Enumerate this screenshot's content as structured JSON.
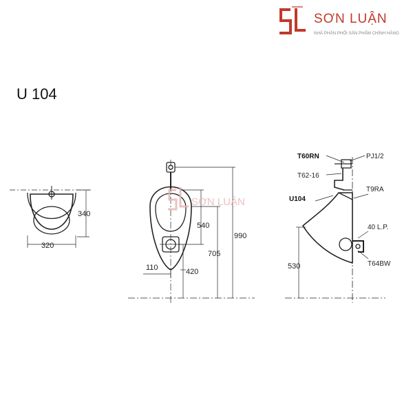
{
  "brand": {
    "name": "SƠN LUẬN",
    "tagline": "NHÀ PHÂN PHỐI SẢN PHẨM CHÍNH HÃNG",
    "color": "#c0392b"
  },
  "model_title": "U 104",
  "top_view": {
    "width_dim": "320",
    "depth_dim": "340"
  },
  "front_view": {
    "dim_540": "540",
    "dim_990": "990",
    "dim_705": "705",
    "dim_110": "110",
    "dim_420": "420"
  },
  "side_view": {
    "label_t60rn": "T60RN",
    "label_pj": "PJ1/2",
    "label_t62": "T62-16",
    "label_t9ra": "T9RA",
    "label_u104": "U104",
    "label_40lp": "40 L.P.",
    "label_t64bw": "T64BW",
    "dim_530": "530"
  }
}
